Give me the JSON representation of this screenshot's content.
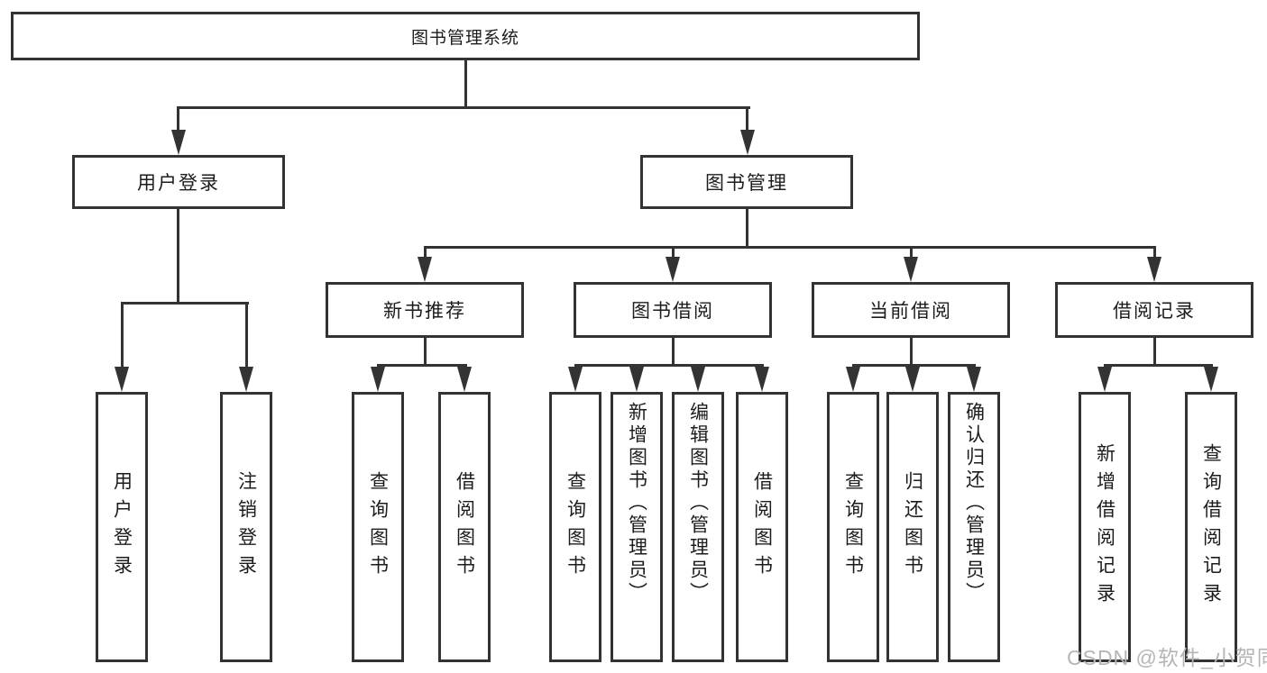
{
  "watermark": "CSDN @软件_小贺同学",
  "tree": {
    "root": "图书管理系统",
    "user": {
      "label": "用户登录",
      "children": [
        "用户登录",
        "注销登录"
      ]
    },
    "mgmt": {
      "label": "图书管理",
      "sections": [
        {
          "label": "新书推荐",
          "children": [
            "查询图书",
            "借阅图书"
          ]
        },
        {
          "label": "图书借阅",
          "children": [
            "查询图书",
            "新增图书（管理员）",
            "编辑图书（管理员）",
            "借阅图书"
          ]
        },
        {
          "label": "当前借阅",
          "children": [
            "查询图书",
            "归还图书",
            "确认归还（管理员）"
          ]
        },
        {
          "label": "借阅记录",
          "children": [
            "新增借阅记录",
            "查询借阅记录"
          ]
        }
      ]
    }
  }
}
